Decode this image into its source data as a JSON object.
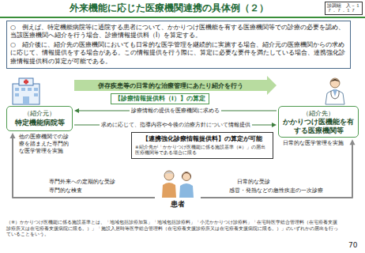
{
  "diagram": {
    "title": "外来機能に応じた医療機関連携の具体例（２）",
    "nodes": [
      {
        "text": [
          "診調組　入－１",
          "７．７．１７"
        ]
      },
      {
        "text": [
          "○　例えば、特定機能病院等に通院する患者について、かかりつけ医機能を有する医療機関等での診療の必要を認め、当該医療機関へ紹介を行う場合、診療情報提供料（Ⅰ）を算定する。",
          "○　紹介後に、紹介先の医療機関においても日常的な医学管理を継続的に実施する場合、紹介元の医療機関からの求めに応じて、情報提供をする場合がある。この情報提供を行う際に、算定に必要な要件を満たしている場合、連携強化診療情報提供料の算定が可能である。"
        ]
      },
      {
        "text": [
          "（紹介元）",
          "特定機能病院等"
        ]
      },
      {
        "text": [
          "（紹介先）",
          "かかりつけ医機能を有する医療機関等"
        ]
      },
      {
        "text": [
          "【診療情報提供料（Ⅰ）】の算定"
        ]
      },
      {
        "text": [
          "【連携強化診療情報提供料】の算定が可能",
          "※紹介先が「かかりつけ医機能に係る施設基準（※）」の届出医療機関等である場合に限る"
        ]
      },
      {
        "text": [
          "患者"
        ]
      }
    ],
    "edges": [
      {
        "from": 2,
        "to": 3,
        "arrow": "to",
        "label": "併存疾患等の日常的な治療管理にあたり紹介を行う"
      },
      {
        "from": 3,
        "to": 2,
        "arrow": "to",
        "label": "診療情報の提供を医療機関に求める"
      },
      {
        "from": 2,
        "to": 3,
        "arrow": "to",
        "label": "求めに応じて、指導内容や今後の治療方針について情報提供"
      },
      {
        "from": 6,
        "to": 2,
        "arrow": "to",
        "label": "専門外来への定期的な受診"
      },
      {
        "from": 6,
        "to": 3,
        "arrow": "to",
        "label": "日常的な受診"
      }
    ],
    "labels": [
      "他の医療機関での診療を踏まえた専門的な医学管理を実施",
      "日常的な医学管理を実施",
      "専門的な検査",
      "感冒・発熱などの急性疾患の一次診療",
      "（※）かかりつけ医機能に係る施設基準とは、「地域包括診療加算」「地域包括診療料」「小児かかりつけ診療料」「在宅時医学総合管理料（在宅療養支援診療所又は在宅療養支援病院に限る。）」「施設入居時等医学総合管理料（在宅療養支援診療所又は在宅療養支援病院に限る。）」のいずれかの届出を行っていることをいう。",
      "70"
    ]
  }
}
